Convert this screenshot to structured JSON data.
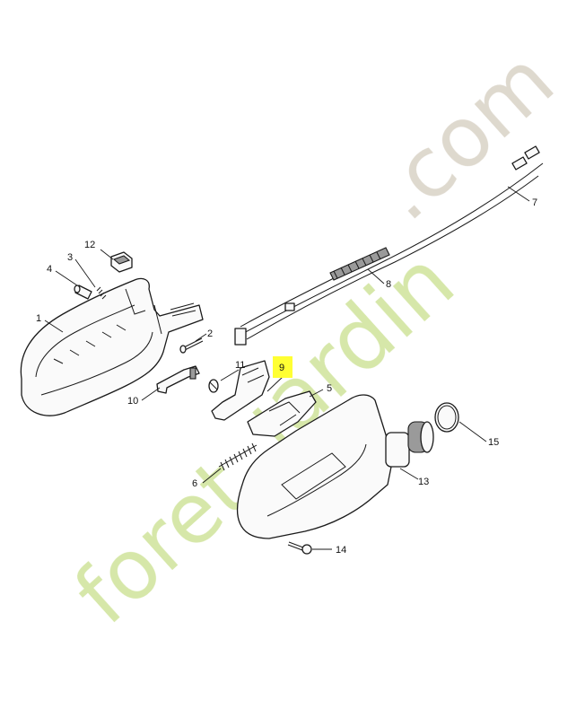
{
  "watermark": {
    "text_fore": "foret",
    "text_jardin": "jardin",
    "text_com": ".com",
    "colors": {
      "fore": "#cfe39a",
      "et": "#f6c88a",
      "jardin": "#cfe39a",
      "com": "#d9d2c6"
    }
  },
  "highlight": {
    "label": "9",
    "color": "#ffff33"
  },
  "parts": [
    {
      "id": "1",
      "label": "1"
    },
    {
      "id": "2",
      "label": "2"
    },
    {
      "id": "3",
      "label": "3"
    },
    {
      "id": "4",
      "label": "4"
    },
    {
      "id": "5",
      "label": "5"
    },
    {
      "id": "6",
      "label": "6"
    },
    {
      "id": "7",
      "label": "7"
    },
    {
      "id": "8",
      "label": "8"
    },
    {
      "id": "10",
      "label": "10"
    },
    {
      "id": "11",
      "label": "11"
    },
    {
      "id": "12",
      "label": "12"
    },
    {
      "id": "13",
      "label": "13"
    },
    {
      "id": "14",
      "label": "14"
    },
    {
      "id": "15",
      "label": "15"
    }
  ]
}
